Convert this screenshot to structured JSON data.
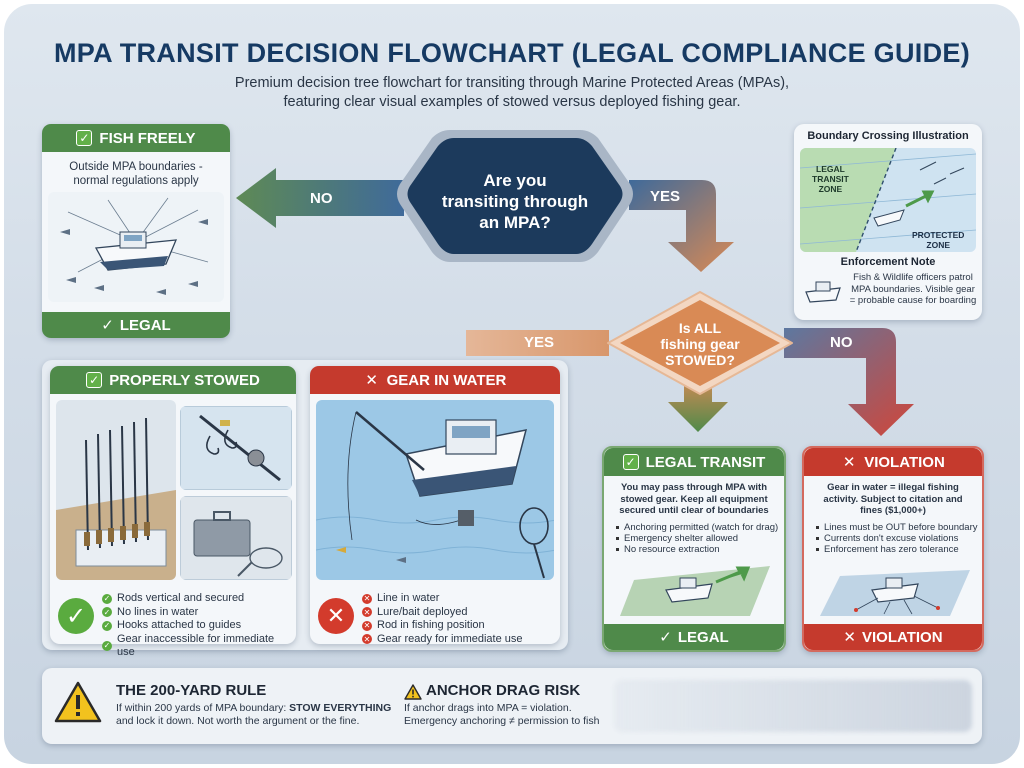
{
  "title": "MPA TRANSIT DECISION FLOWCHART (LEGAL COMPLIANCE GUIDE)",
  "subtitle_line1": "Premium decision tree flowchart for transiting through Marine Protected Areas (MPAs),",
  "subtitle_line2": "featuring clear visual examples of stowed versus deployed fishing gear.",
  "decision1": {
    "line1": "Are you",
    "line2": "transiting through",
    "line3": "an MPA?"
  },
  "decision2": {
    "line1": "Is ALL",
    "line2": "fishing gear",
    "line3": "STOWED?"
  },
  "arrows": {
    "no_left": "NO",
    "yes_right": "YES",
    "yes_left": "YES",
    "no_right": "NO"
  },
  "fish_freely": {
    "header": "FISH FREELY",
    "desc_line1": "Outside MPA boundaries -",
    "desc_line2": "normal regulations apply",
    "footer": "LEGAL"
  },
  "boundary": {
    "title": "Boundary Crossing Illustration",
    "legal_zone_line1": "LEGAL",
    "legal_zone_line2": "TRANSIT",
    "legal_zone_line3": "ZONE",
    "protected_line1": "PROTECTED",
    "protected_line2": "ZONE",
    "enforcement_title": "Enforcement Note",
    "enforcement_line1": "Fish & Wildlife officers patrol",
    "enforcement_line2": "MPA boundaries. Visible gear",
    "enforcement_line3": "= probable cause for boarding"
  },
  "properly_stowed": {
    "header": "PROPERLY STOWED",
    "bullets": [
      "Rods vertical and secured",
      "No lines in water",
      "Hooks attached to guides",
      "Gear inaccessible for immediate use"
    ]
  },
  "gear_in_water": {
    "header": "GEAR IN WATER",
    "bullets": [
      "Line in water",
      "Lure/bait deployed",
      "Rod in fishing position",
      "Gear ready for immediate use"
    ]
  },
  "legal_transit": {
    "header": "LEGAL TRANSIT",
    "desc_line1": "You may pass through MPA with",
    "desc_line2": "stowed gear. Keep all equipment",
    "desc_line3": "secured until clear of boundaries",
    "bullets": [
      "Anchoring permitted (watch for drag)",
      "Emergency shelter allowed",
      "No resource extraction"
    ],
    "footer": "LEGAL"
  },
  "violation": {
    "header": "VIOLATION",
    "desc_line1": "Gear in water = illegal fishing",
    "desc_line2": "activity. Subject to citation and",
    "desc_line3": "fines ($1,000+)",
    "bullets": [
      "Lines must be OUT before boundary",
      "Currents don't excuse violations",
      "Enforcement has zero tolerance"
    ],
    "footer": "VIOLATION"
  },
  "rule_200": {
    "title": "THE 200-YARD RULE",
    "line1_pre": "If within 200 yards of MPA boundary: ",
    "line1_bold": "STOW EVERYTHING",
    "line2": "and lock it down. Not worth the argument or the fine."
  },
  "anchor_drag": {
    "title": "ANCHOR DRAG RISK",
    "line1": "If anchor drags into MPA = violation.",
    "line2": "Emergency anchoring ≠ permission to fish"
  },
  "icons": {
    "check": "✓",
    "cross": "✕",
    "warning": "⚠"
  },
  "colors": {
    "green": "#4f8a4a",
    "red": "#c53a2d",
    "navy": "#1c3a5c",
    "orange": "#d98a55"
  }
}
